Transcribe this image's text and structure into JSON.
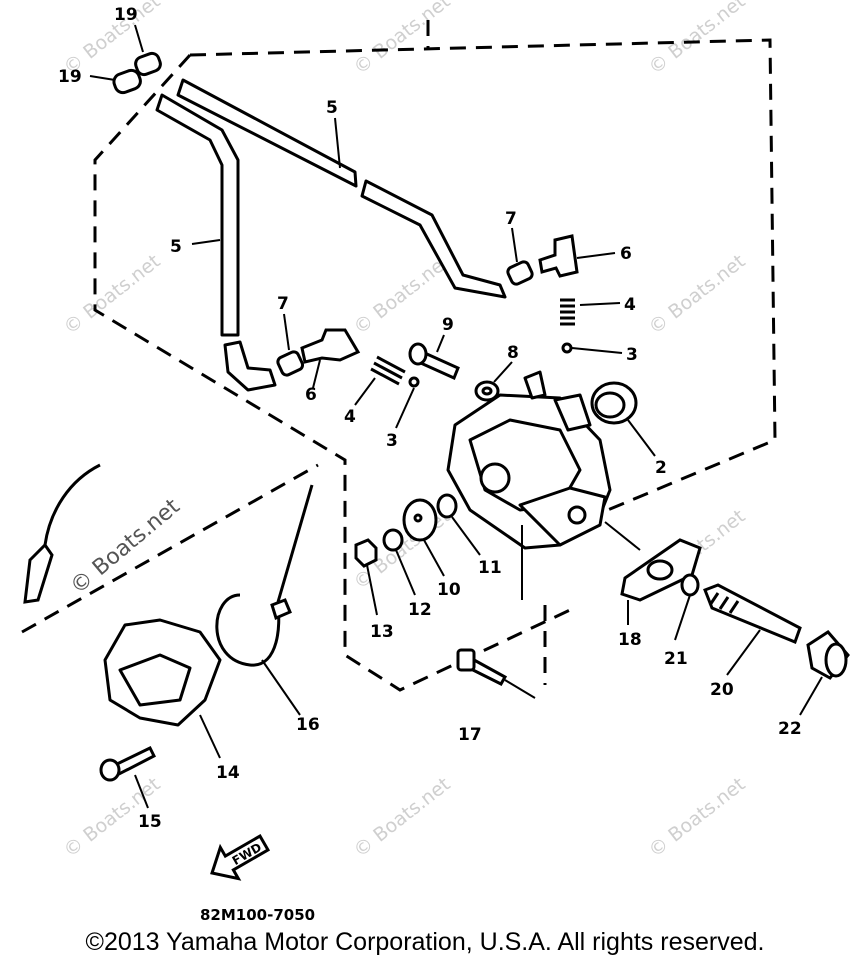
{
  "diagram": {
    "callouts": [
      {
        "id": "c19a",
        "label": "19"
      },
      {
        "id": "c19b",
        "label": "19"
      },
      {
        "id": "c5a",
        "label": "5"
      },
      {
        "id": "c5b",
        "label": "5"
      },
      {
        "id": "c7a",
        "label": "7"
      },
      {
        "id": "c6a",
        "label": "6"
      },
      {
        "id": "c4a",
        "label": "4"
      },
      {
        "id": "c3a",
        "label": "3"
      },
      {
        "id": "c7b",
        "label": "7"
      },
      {
        "id": "c6b",
        "label": "6"
      },
      {
        "id": "c9",
        "label": "9"
      },
      {
        "id": "c8",
        "label": "8"
      },
      {
        "id": "c4b",
        "label": "4"
      },
      {
        "id": "c3b",
        "label": "3"
      },
      {
        "id": "c2",
        "label": "2"
      },
      {
        "id": "c13",
        "label": "13"
      },
      {
        "id": "c12",
        "label": "12"
      },
      {
        "id": "c10",
        "label": "10"
      },
      {
        "id": "c11",
        "label": "11"
      },
      {
        "id": "c18",
        "label": "18"
      },
      {
        "id": "c21",
        "label": "21"
      },
      {
        "id": "c20",
        "label": "20"
      },
      {
        "id": "c22",
        "label": "22"
      },
      {
        "id": "c16",
        "label": "16"
      },
      {
        "id": "c17",
        "label": "17"
      },
      {
        "id": "c14",
        "label": "14"
      },
      {
        "id": "c15",
        "label": "15"
      }
    ],
    "watermark_text": "© Boats.net",
    "forward_arrow_label": "FWD",
    "part_code": "82M100-7050"
  },
  "footer": {
    "copyright": "©2013 Yamaha Motor Corporation, U.S.A. All rights reserved."
  }
}
